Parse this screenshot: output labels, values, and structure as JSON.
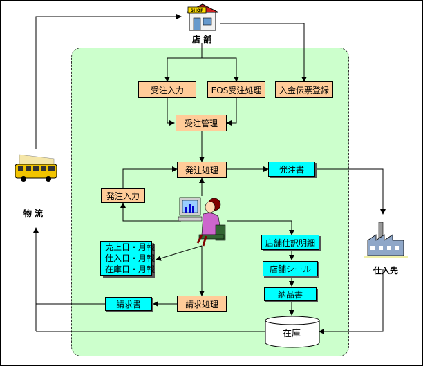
{
  "nodes": {
    "shop": "店 舗",
    "juchu_input": "受注入力",
    "eos": "EOS受注処理",
    "nyukin": "入金伝票登録",
    "juchu_kanri": "受注管理",
    "hatchu_shori": "発注処理",
    "hatchu_sho": "発注書",
    "hatchu_input": "発注入力",
    "tenpo_meisai": "店舗仕訳明細",
    "tenpo_seal": "店舗シール",
    "nohin": "納品書",
    "seikyu_shori": "請求処理",
    "seikyu_sho": "請求書",
    "zaiko": "在庫",
    "butsuryu": "物 流",
    "shiiresaki": "仕入先",
    "reports": [
      "売上日・月報",
      "仕入日・月報",
      "在庫日・月報"
    ]
  },
  "icons": [
    "shop-icon",
    "bus-icon",
    "factory-icon",
    "operator-computer-icon"
  ],
  "colors": {
    "process": "#ffcc99",
    "document": "#00ffff",
    "zone": "#ccffcc"
  }
}
